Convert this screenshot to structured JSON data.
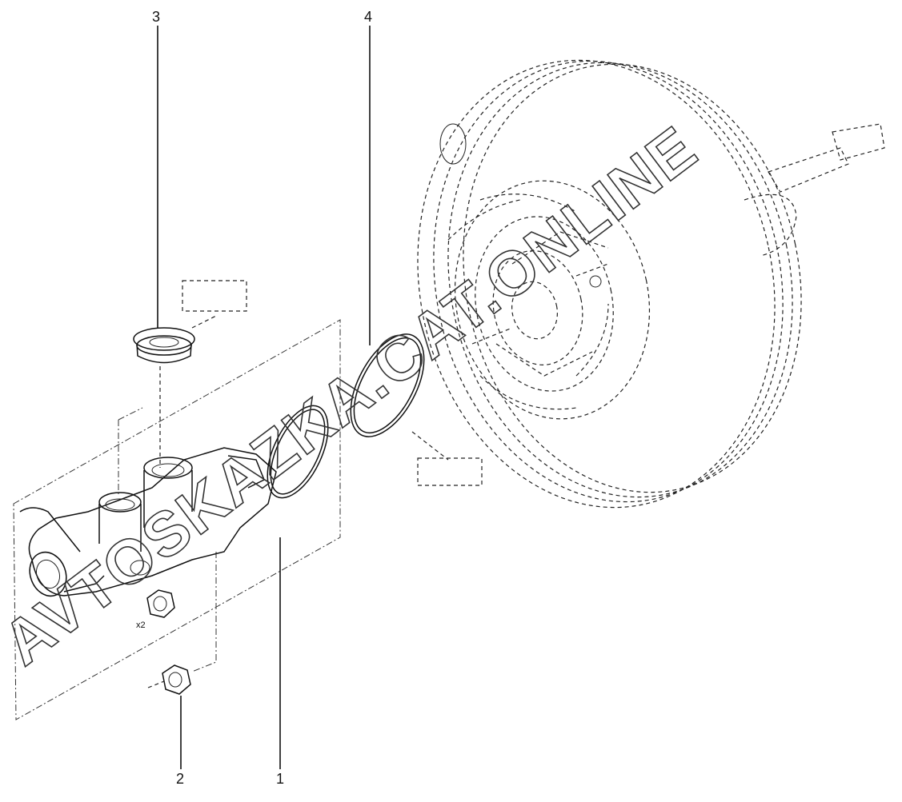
{
  "callouts": {
    "c1": "1",
    "c2": "2",
    "c3": "3",
    "c4": "4"
  },
  "qty_label": "x2",
  "watermark": "AVTOSKAZKA.CAT.ONLINE",
  "colors": {
    "line": "#111111",
    "background": "#ffffff"
  }
}
